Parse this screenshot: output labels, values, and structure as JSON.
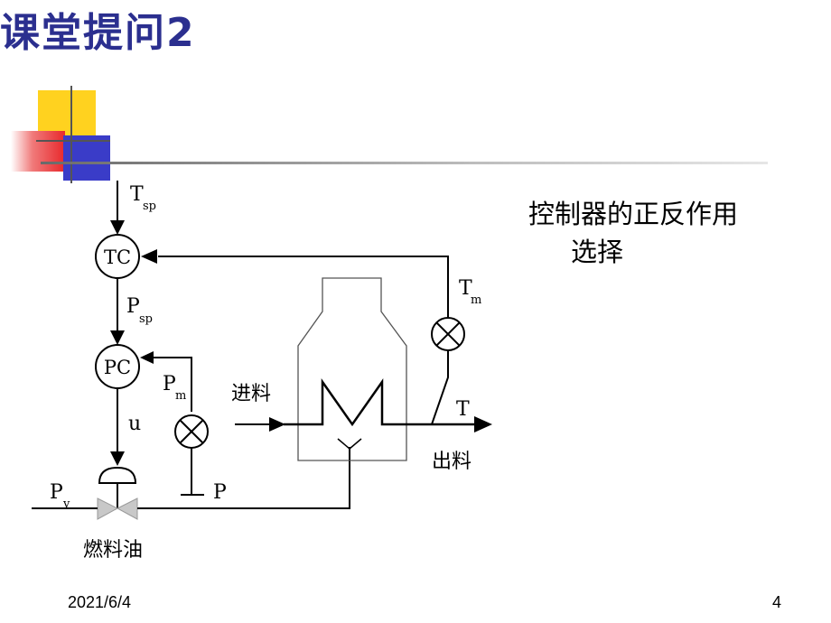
{
  "slide": {
    "title": "课堂提问2",
    "note_line1": "控制器的正反作用",
    "note_line2": "选择",
    "date": "2021/6/4",
    "page_number": "4"
  },
  "diagram": {
    "tc_label": "TC",
    "pc_label": "PC",
    "tsp_main": "T",
    "tsp_sub": "sp",
    "psp_main": "P",
    "psp_sub": "sp",
    "tm_main": "T",
    "tm_sub": "m",
    "pm_main": "P",
    "pm_sub": "m",
    "u_label": "u",
    "pv_main": "P",
    "pv_sub": "v",
    "p_label": "P",
    "t_label": "T",
    "feed_in": "进料",
    "feed_out": "出料",
    "fuel_oil": "燃料油"
  },
  "colors": {
    "title": "#2b2f8f",
    "deco_yellow": "#ffd21f",
    "deco_red": "#e8282c",
    "deco_blue": "#3a3cc8",
    "valve_gray": "#c8c8c8"
  }
}
